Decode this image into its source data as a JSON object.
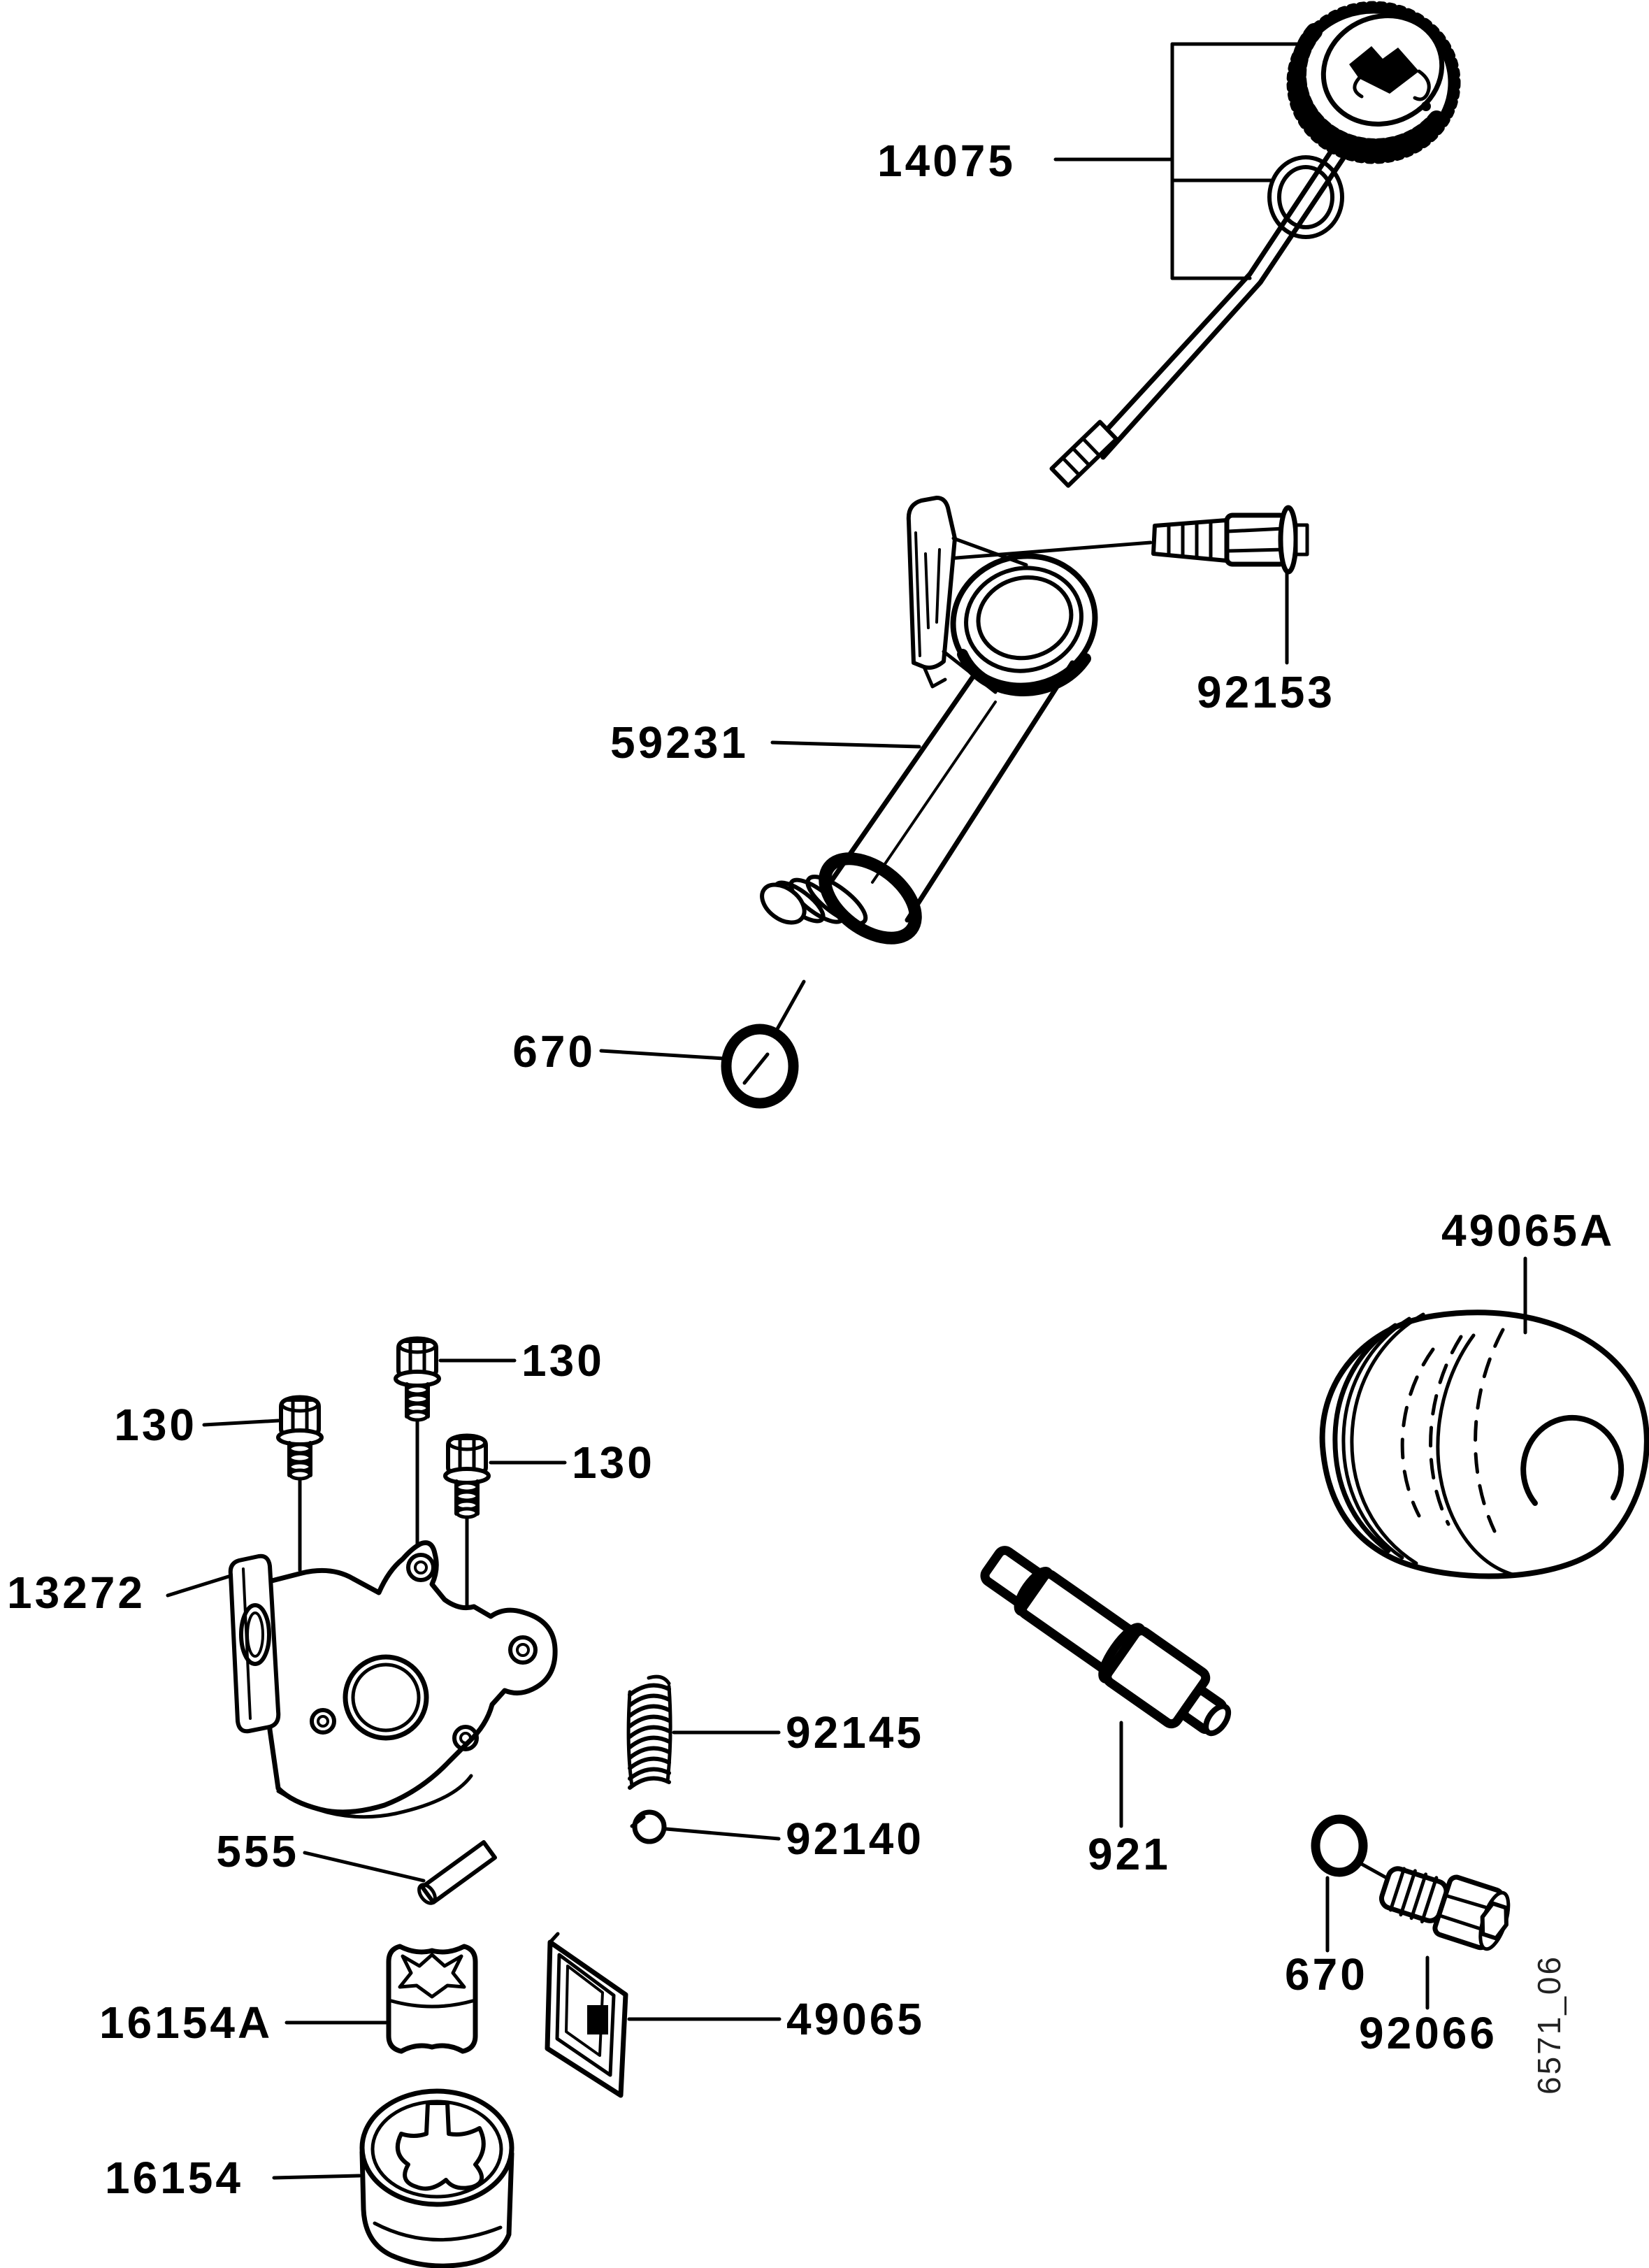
{
  "diagram": {
    "background_color": "#ffffff",
    "line_color": "#000000",
    "watermark": "6571_06",
    "labels": [
      {
        "text": "14075"
      },
      {
        "text": "92153"
      },
      {
        "text": "59231"
      },
      {
        "text": "670"
      },
      {
        "text": "130"
      },
      {
        "text": "130"
      },
      {
        "text": "130"
      },
      {
        "text": "13272"
      },
      {
        "text": "92145"
      },
      {
        "text": "92140"
      },
      {
        "text": "555"
      },
      {
        "text": "16154A"
      },
      {
        "text": "49065"
      },
      {
        "text": "16154"
      },
      {
        "text": "49065A"
      },
      {
        "text": "921"
      },
      {
        "text": "670"
      },
      {
        "text": "92066"
      }
    ]
  }
}
